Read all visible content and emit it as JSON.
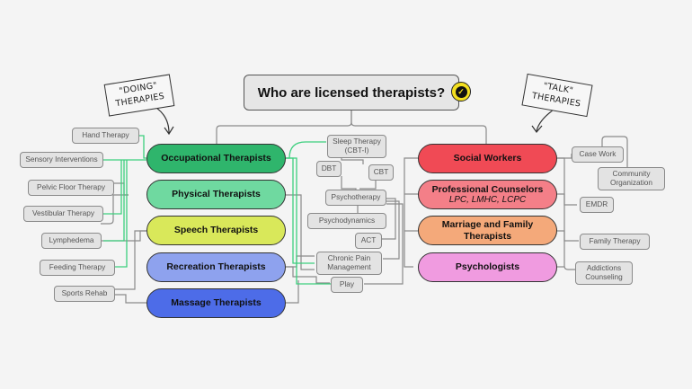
{
  "title": "Who are licensed therapists?",
  "badge_icon": "verified-check-icon",
  "annotations": {
    "doing": {
      "line1": "\"DOING\"",
      "line2": "THERAPIES"
    },
    "talk": {
      "line1": "\"TALK\"",
      "line2": "THERAPIES"
    }
  },
  "doing_categories": [
    {
      "label": "Occupational Therapists",
      "color": "#2fb56c"
    },
    {
      "label": "Physical Therapists",
      "color": "#6fd9a0"
    },
    {
      "label": "Speech Therapists",
      "color": "#d9e85a"
    },
    {
      "label": "Recreation Therapists",
      "color": "#8ea2ee"
    },
    {
      "label": "Massage Therapists",
      "color": "#4d6ce8"
    }
  ],
  "talk_categories": [
    {
      "label": "Social Workers",
      "sub": "",
      "color": "#f04a55"
    },
    {
      "label": "Professional Counselors",
      "sub": "LPC, LMHC, LCPC",
      "color": "#f47f88"
    },
    {
      "label": "Marriage and Family Therapists",
      "sub": "",
      "color": "#f4a97a"
    },
    {
      "label": "Psychologists",
      "sub": "",
      "color": "#f09be0"
    }
  ],
  "left_leaves": [
    "Hand Therapy",
    "Sensory Interventions",
    "Pelvic Floor Therapy",
    "Vestibular Therapy",
    "Lymphedema",
    "Feeding Therapy",
    "Sports Rehab"
  ],
  "center_leaves": {
    "sleep": "Sleep Therapy (CBT-I)",
    "dbt": "DBT",
    "cbt": "CBT",
    "psychotherapy": "Psychotherapy",
    "psychodynamics": "Psychodynamics",
    "act": "ACT",
    "chronic_pain": "Chronic Pain Management",
    "play": "Play"
  },
  "right_leaves": {
    "case_work": "Case Work",
    "community": "Community Organization",
    "emdr": "EMDR",
    "family_therapy": "Family Therapy",
    "addictions": "Addictions Counseling"
  },
  "colors": {
    "ot_link": "#3ccf7e",
    "gray_link": "#8a8a8a",
    "background": "#f4f4f4"
  }
}
